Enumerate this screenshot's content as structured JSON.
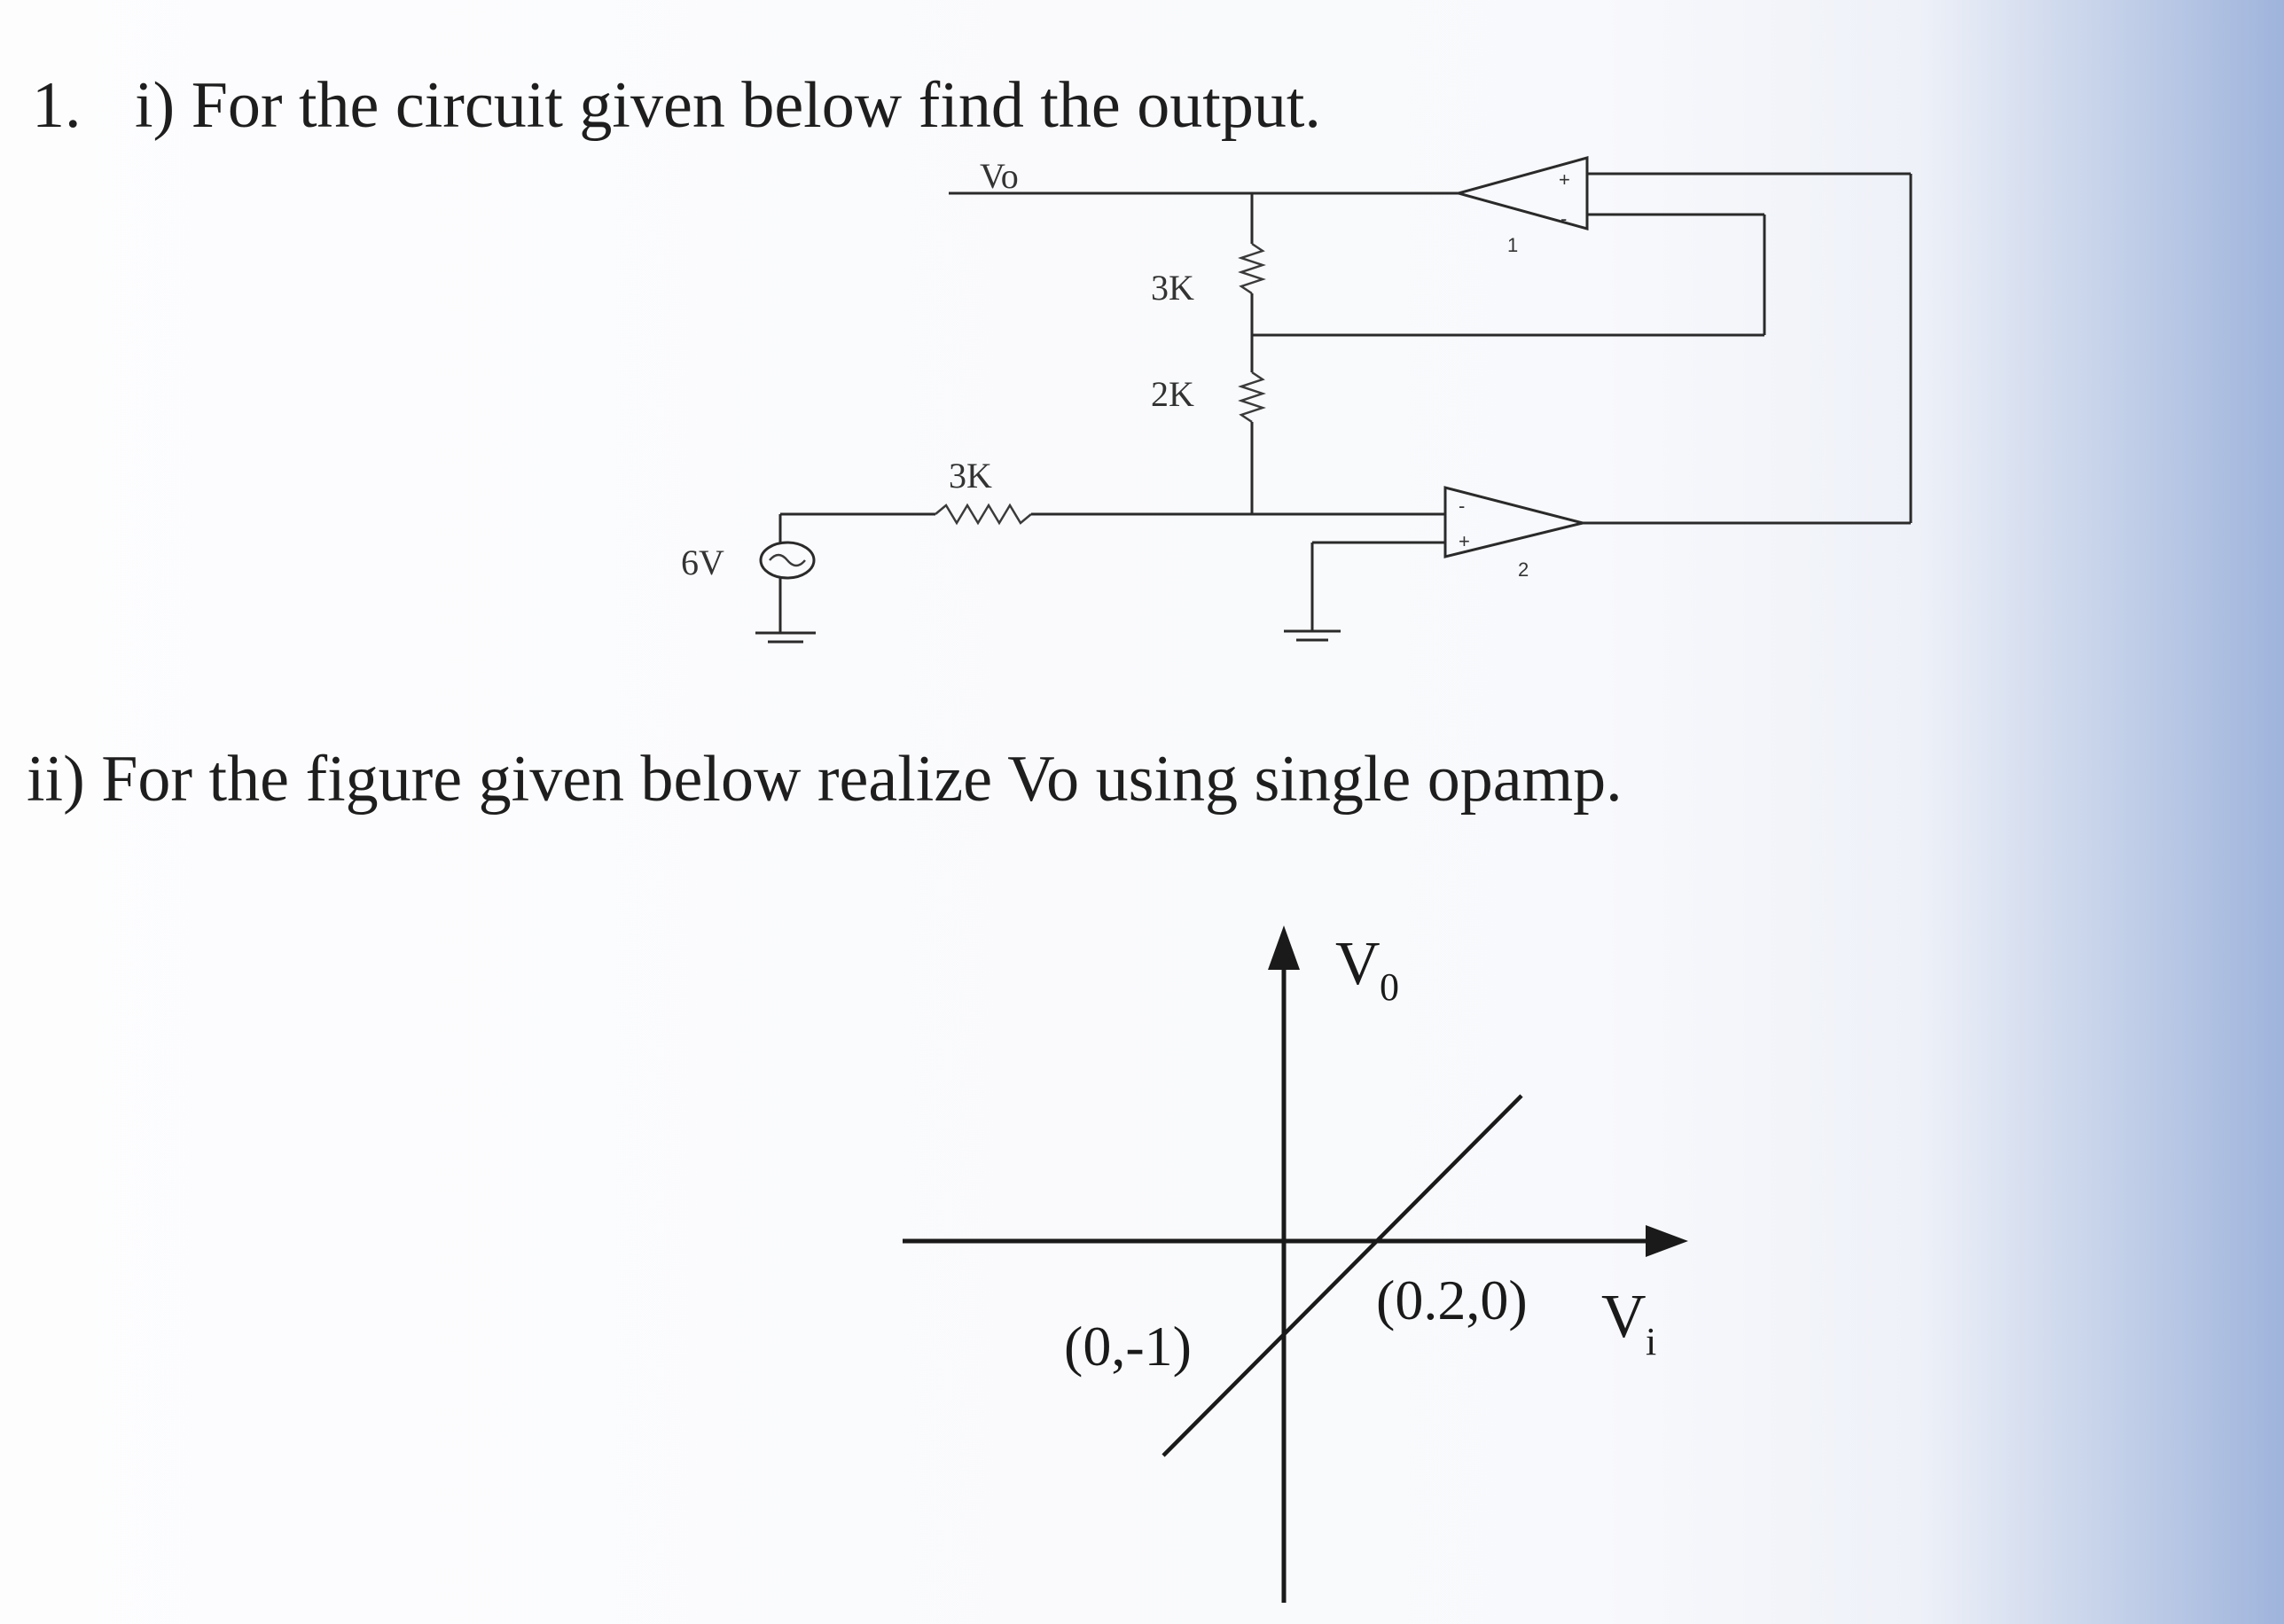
{
  "question": {
    "number": "1.",
    "part1": "i) For the circuit given below find the output.",
    "part2": "ii) For the figure given below realize Vo using single opamp."
  },
  "circuit": {
    "output_label": "Vo",
    "r_top": "3K",
    "r_mid": "2K",
    "r_in": "3K",
    "source": "6V",
    "opamp1": "1",
    "opamp2": "2",
    "plus": "+",
    "minus": "-"
  },
  "graph": {
    "y_label": "V",
    "y_sub": "0",
    "x_label": "V",
    "x_sub": "i",
    "point_y_intercept": "(0,-1)",
    "point_x_intercept": "(0.2,0)"
  }
}
